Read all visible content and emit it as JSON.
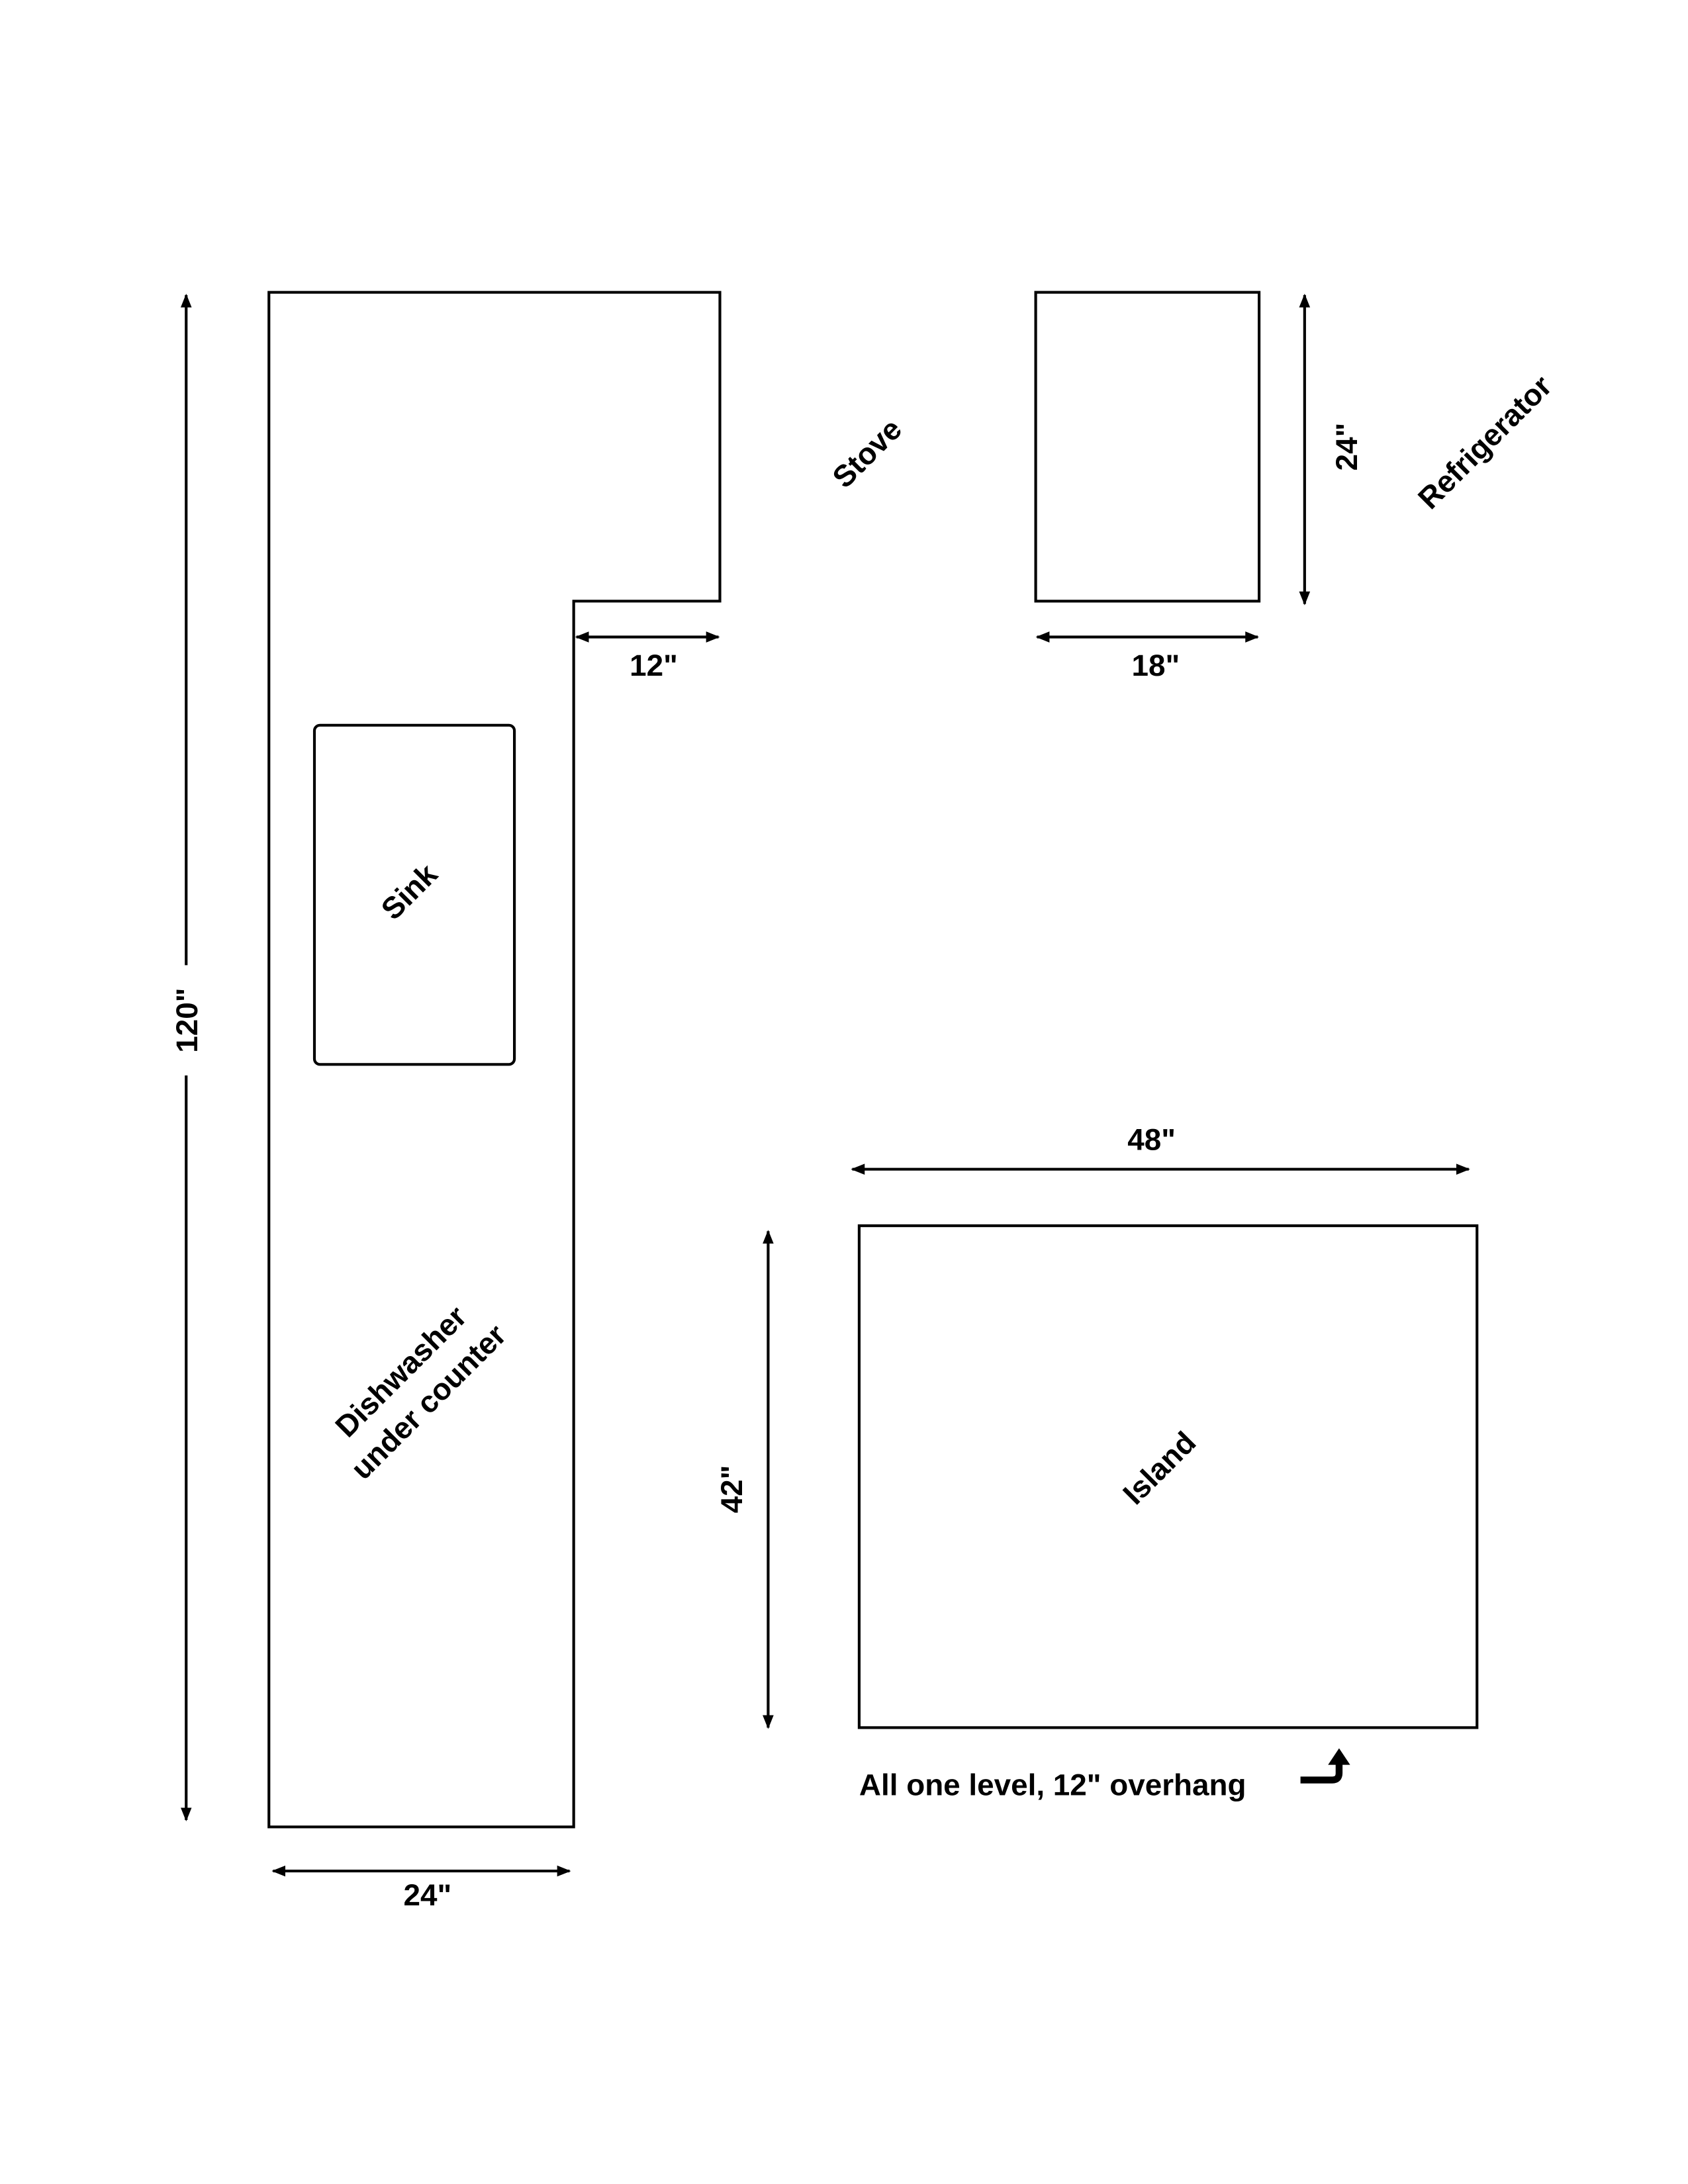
{
  "labels": {
    "sink": "Sink",
    "dishwasher_line1": "Dishwasher",
    "dishwasher_line2": "under counter",
    "stove": "Stove",
    "refrigerator": "Refrigerator",
    "island": "Island",
    "overhang_note": "All one level, 12\" overhang"
  },
  "dimensions": {
    "counter_length": "120\"",
    "counter_depth": "24\"",
    "stove_extension": "12\"",
    "fridge_width": "18\"",
    "fridge_depth": "24\"",
    "island_width": "48\"",
    "island_depth": "42\""
  },
  "icons": {
    "overhang": "turn-up-arrow-icon"
  },
  "colors": {
    "line": "#000000",
    "background": "#ffffff"
  }
}
